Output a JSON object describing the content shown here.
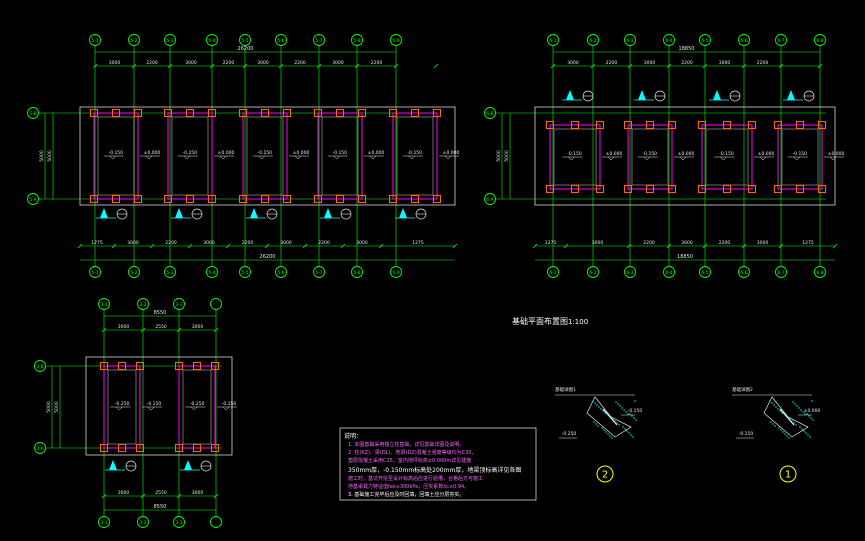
{
  "colors": {
    "background": "#000000",
    "grid_line": "#00ff00",
    "outline": "#d8d8d8",
    "beam": "#ff00ff",
    "column": "#ff6a00",
    "dim_text": "#e8e8e8",
    "note_text": "#ff66ff",
    "title_text": "#ffffff",
    "symbol": "#00ffff",
    "hatch": "#00ffff"
  },
  "plan_a": {
    "axes_top": [
      "5-1",
      "5-2",
      "5-3",
      "5-4",
      "5-5",
      "5-6",
      "5-7",
      "5-8",
      "5-9"
    ],
    "axes_bottom": [
      "5-1",
      "5-2",
      "5-3",
      "5-4",
      "5-5",
      "5-6",
      "5-7",
      "5-8",
      "5-9"
    ],
    "axes_side": [
      "5-B",
      "5-A"
    ],
    "top_total": "26200",
    "bottom_total": "26200",
    "top_dims": [
      "3000",
      "2200",
      "3000",
      "2200",
      "3000",
      "2200",
      "3000",
      "2200"
    ],
    "bottom_dims": [
      "1275",
      "3000",
      "2200",
      "3000",
      "2200",
      "3000",
      "2200",
      "3000",
      "1275"
    ],
    "side_dims": [
      "5000",
      "5000"
    ],
    "levels": [
      "-0.150",
      "±0.000",
      "-0.150",
      "±0.000",
      "-0.150",
      "±0.000",
      "-0.150",
      "±0.000",
      "-0.150",
      "±0.000"
    ]
  },
  "plan_b": {
    "axes_top": [
      "6-1",
      "6-2",
      "6-3",
      "6-4",
      "6-5",
      "6-6",
      "6-7",
      "6-8"
    ],
    "axes_bottom": [
      "6-1",
      "6-2",
      "6-3",
      "6-4",
      "6-5",
      "6-6",
      "6-7",
      "6-8"
    ],
    "axes_side": [
      "6-B",
      "6-A"
    ],
    "top_total": "18850",
    "bottom_total": "18850",
    "top_dims": [
      "3000",
      "2200",
      "3000",
      "2200",
      "3000",
      "2200"
    ],
    "bottom_dims": [
      "1275",
      "3000",
      "2200",
      "3000",
      "2200",
      "3000",
      "1275"
    ],
    "side_dims": [
      "5000",
      "5000"
    ],
    "levels": [
      "-0.150",
      "±0.000",
      "-0.150",
      "±0.000",
      "-0.150",
      "±0.000",
      "-0.150",
      "±0.000"
    ]
  },
  "plan_c": {
    "axes_top": [
      "3-1",
      "3-2",
      "3-3"
    ],
    "axes_bottom": [
      "3-1",
      "3-2",
      "3-3"
    ],
    "axes_side": [
      "3-B",
      "3-A"
    ],
    "top_total": "8550",
    "bottom_total": "8550",
    "top_dims": [
      "3000",
      "2550",
      "3000"
    ],
    "bottom_dims": [
      "3000",
      "2550",
      "3000"
    ],
    "side_dims": [
      "5000",
      "5000"
    ],
    "levels": [
      "-0.250",
      "-0.150",
      "-0.250",
      "-0.150"
    ]
  },
  "title": "基础平面布置图",
  "scale": "1:100",
  "notes": {
    "heading": "说明：",
    "lines": [
      "1. 本图基础采用独立柱基础，详见基础详图及说明。",
      "2. 柱(KZ)、梁(DL)、地梁(DZ)混凝土强度等级均为C30，",
      "   垫层混凝土采用C15，室内地坪标高±0.000m详见建施",
      "350mm厚，-0.150mm标高处200mm厚，地梁顶标高详见各图",
      "   施工时，基坑开挖至设计标高后应进行验槽，合格后方可施工",
      "   地基承载力特征值fak≥300kPa，压实系数λc≥0.94。",
      "3. 基础施工完毕后应及时回填，回填土应分层夯实。"
    ]
  },
  "details": [
    {
      "id": "2",
      "label_top": "基础详图1",
      "level_right": "-0.150",
      "level_left": "-0.250"
    },
    {
      "id": "1",
      "label_top": "基础详图2",
      "level_right": "±0.000",
      "level_left": "-0.150"
    }
  ]
}
